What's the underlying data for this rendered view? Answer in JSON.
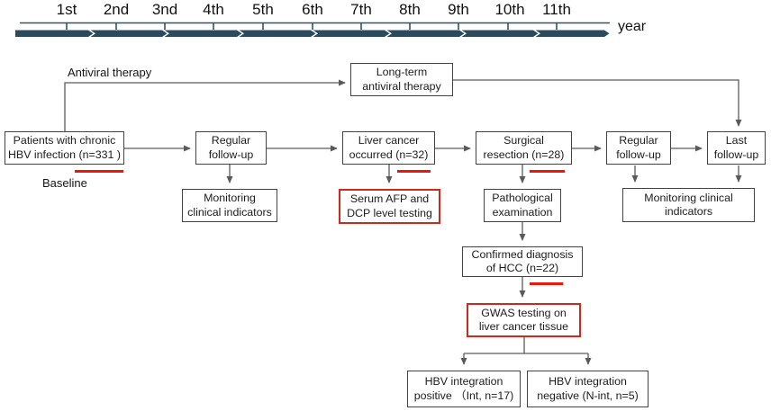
{
  "figure": {
    "description_title": "Study design flowchart with 11-year timeline"
  },
  "timeline": {
    "years": [
      "1st",
      "2nd",
      "3nd",
      "4th",
      "5th",
      "6th",
      "7th",
      "8th",
      "9th",
      "10th",
      "11th"
    ],
    "axis_label": "year",
    "bar_color": "#2b4a5e",
    "axis_color": "#2e536b"
  },
  "labels": {
    "antiviral_therapy": "Antiviral therapy",
    "baseline": "Baseline"
  },
  "boxes": {
    "long_term": {
      "line1": "Long-term",
      "line2": "antiviral therapy"
    },
    "patients": {
      "line1": "Patients with chronic",
      "line2": "HBV infection (n=331 )"
    },
    "regular_followup_1": {
      "line1": "Regular",
      "line2": "follow-up"
    },
    "liver_cancer": {
      "line1": "Liver cancer",
      "line2": "occurred (n=32)"
    },
    "surgical_resection": {
      "line1": "Surgical",
      "line2": "resection (n=28)"
    },
    "regular_followup_2": {
      "line1": "Regular",
      "line2": "follow-up"
    },
    "last_followup": {
      "line1": "Last",
      "line2": "follow-up"
    },
    "monitoring_left": {
      "line1": "Monitoring",
      "line2": "clinical indicators"
    },
    "serum_testing": {
      "line1": "Serum AFP and",
      "line2": "DCP level testing"
    },
    "pathological": {
      "line1": "Pathological",
      "line2": "examination"
    },
    "monitoring_right": {
      "line1": "Monitoring clinical",
      "line2": "indicators"
    },
    "confirmed_hcc": {
      "line1": "Confirmed diagnosis",
      "line2": "of HCC (n=22)"
    },
    "gwas": {
      "line1": "GWAS testing on",
      "line2": "liver cancer tissue"
    },
    "hbv_int_positive": {
      "line1": "HBV integration",
      "line2": "positive （Int, n=17)"
    },
    "hbv_int_negative": {
      "line1": "HBV integration",
      "line2": "negative (N-int, n=5)"
    }
  },
  "colors": {
    "highlight_box_red": "#ce2a1c",
    "underline_red": "#ee1509",
    "timeline_bar": "#2b4a5e",
    "connector_gray": "#5a5a5a",
    "box_border": "#434343"
  }
}
